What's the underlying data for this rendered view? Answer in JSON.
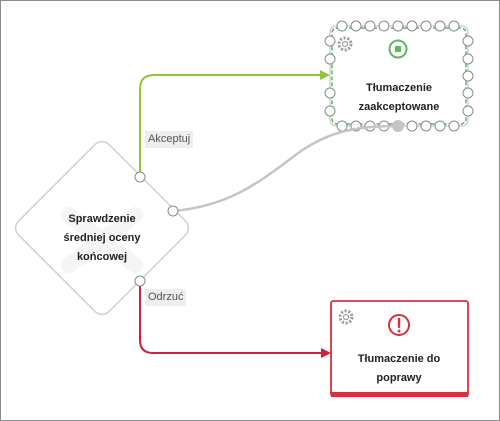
{
  "nodes": {
    "decision": {
      "title": "Sprawdzenie średniej oceny końcowej"
    },
    "accepted": {
      "title": "Tłumaczenie zaakceptowane",
      "status": "success",
      "color": "#5cb85c"
    },
    "rejected": {
      "title": "Tłumaczenie do poprawy",
      "status": "error",
      "color": "#d9303e"
    }
  },
  "edges": {
    "accept": {
      "label": "Akceptuj",
      "color": "#8cc63f"
    },
    "reject": {
      "label": "Odrzuć",
      "color": "#cc1f3a"
    },
    "neutral": {
      "color": "#c4c4c4"
    }
  },
  "icons": {
    "settings": "gear-icon",
    "success": "stop-circle-icon",
    "error": "exclamation-circle-icon",
    "decision_watermark": "close-icon"
  }
}
